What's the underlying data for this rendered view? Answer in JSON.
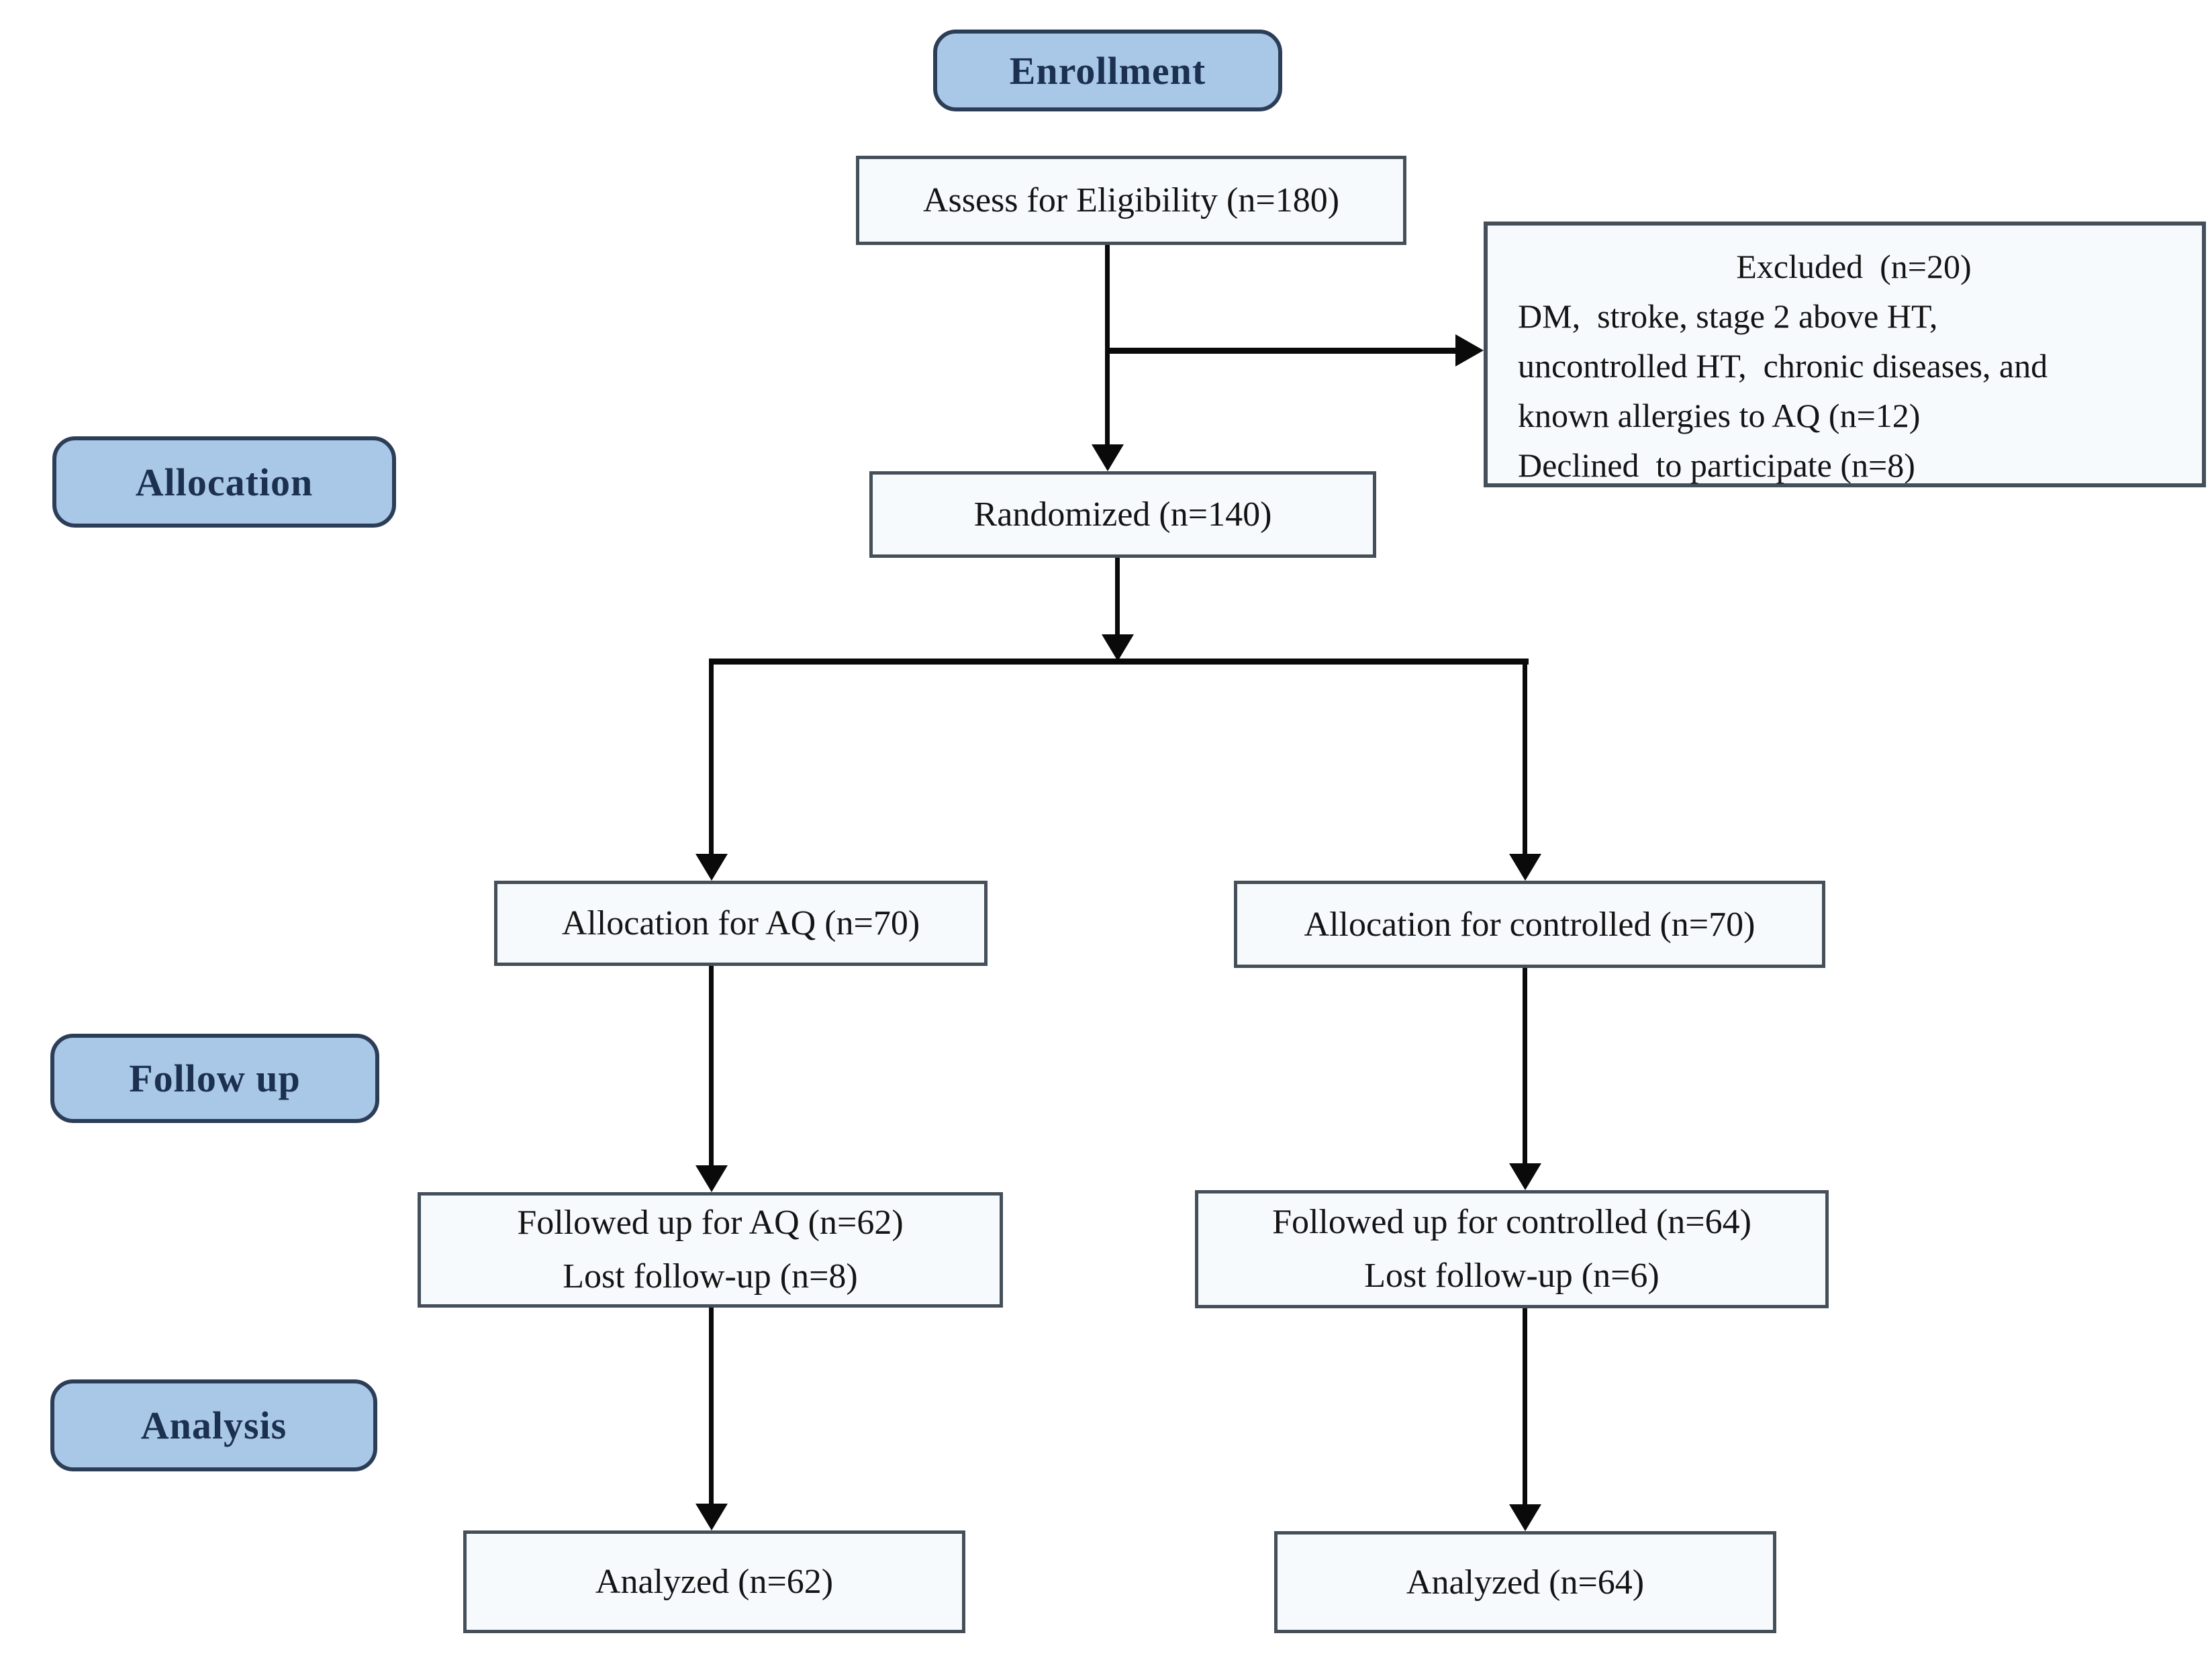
{
  "diagram": {
    "type": "consort-flowchart",
    "stages": [
      {
        "label": "Enrollment"
      },
      {
        "label": "Allocation"
      },
      {
        "label": "Follow up"
      },
      {
        "label": "Analysis"
      }
    ],
    "nodes": {
      "assess": {
        "text": "Assess for Eligibility (n=180)"
      },
      "excluded": {
        "title": "Excluded  (n=20)",
        "lines": [
          "DM,  stroke, stage 2 above HT,",
          "uncontrolled HT,  chronic diseases, and",
          "known allergies to AQ (n=12)",
          "Declined  to participate (n=8)"
        ]
      },
      "randomized": {
        "text": "Randomized (n=140)"
      },
      "alloc_aq": {
        "text": "Allocation for AQ (n=70)"
      },
      "alloc_control": {
        "text": "Allocation for controlled (n=70)"
      },
      "followed_aq": {
        "lines": [
          "Followed up for AQ (n=62)",
          "Lost follow-up (n=8)"
        ]
      },
      "followed_control": {
        "lines": [
          "Followed up for controlled (n=64)",
          "Lost follow-up (n=6)"
        ]
      },
      "analyzed_aq": {
        "text": "Analyzed (n=62)"
      },
      "analyzed_control": {
        "text": "Analyzed (n=64)"
      }
    },
    "colors": {
      "background": "#ffffff",
      "stage_fill": "#a9c7e7",
      "stage_border": "#2c3e57",
      "stage_text": "#1c3050",
      "box_fill": "#f7fafc",
      "box_border": "#444f59",
      "text_color": "#141414",
      "arrow_color": "#0a0a0a"
    }
  }
}
